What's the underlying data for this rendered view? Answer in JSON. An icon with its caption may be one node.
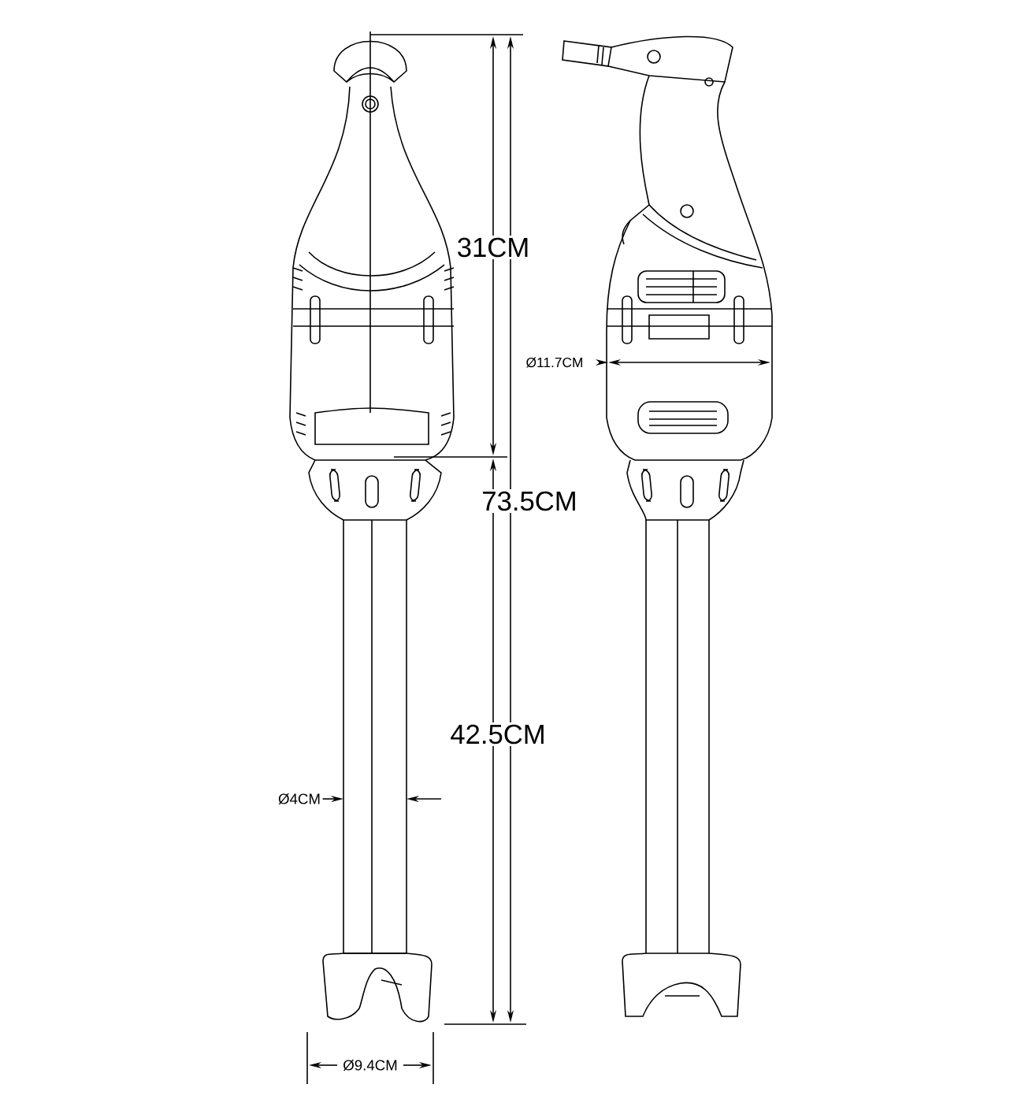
{
  "diagram": {
    "labels": [
      "31CM",
      "73.5CM",
      "Ø11.7CM",
      "42.5CM",
      "Ø4CM",
      "Ø9.4CM"
    ]
  }
}
